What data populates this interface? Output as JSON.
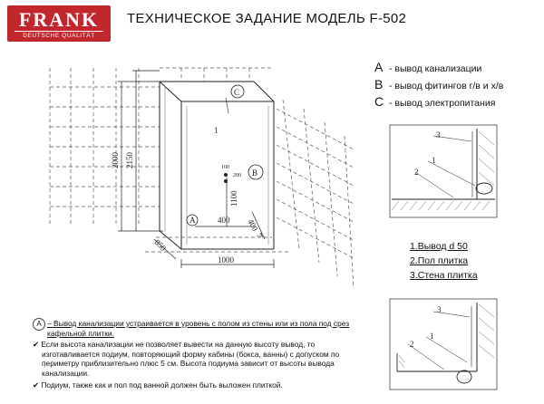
{
  "logo": {
    "brand": "FRANK",
    "tagline": "DEUTSCHE QUALITÄT"
  },
  "title": "ТЕХНИЧЕСКОЕ ЗАДАНИЕ  МОДЕЛЬ F-502",
  "legend": [
    {
      "key": "A",
      "text": "- вывод канализации"
    },
    {
      "key": "B",
      "text": "- вывод фитингов г/в и х/в"
    },
    {
      "key": "C",
      "text": "- вывод электропитания"
    }
  ],
  "drawing": {
    "dim_2000": "2000",
    "dim_2150": "2150",
    "dim_1100": "1100",
    "dim_400a": "400",
    "dim_400b": "400",
    "dim_100": "100",
    "dim_200": "200",
    "dim_850": "850",
    "dim_1000": "1000",
    "mark_a": "A",
    "mark_b": "B",
    "mark_c": "C",
    "mark_1": "1",
    "mark_a_small": "-A"
  },
  "details": {
    "top": {
      "n1": "1",
      "n2": "2",
      "n3": "3"
    },
    "bottom": {
      "n1": "1",
      "n2": "2",
      "n3": "3"
    }
  },
  "detail_legend": [
    "1.Вывод d 50",
    "2.Пол плитка",
    "3.Стена плитка"
  ],
  "notes": {
    "a_key": "A",
    "a_text": "– Вывод канализации устраивается в уровень с полом из стены или из пола под срез кафельной плитки.",
    "bullets": [
      "✔ Если высота канализации не позволяет вывести на данную высоту вывод, то изготавливается подиум, повторяющий форму кабины (бокса, ванны) с допуском по периметру приблизительно плюс 5 см. Высота подиума зависит от высоты вывода канализации.",
      "✔ Подиум, также как и пол под ванной должен быть выложен плиткой."
    ]
  }
}
